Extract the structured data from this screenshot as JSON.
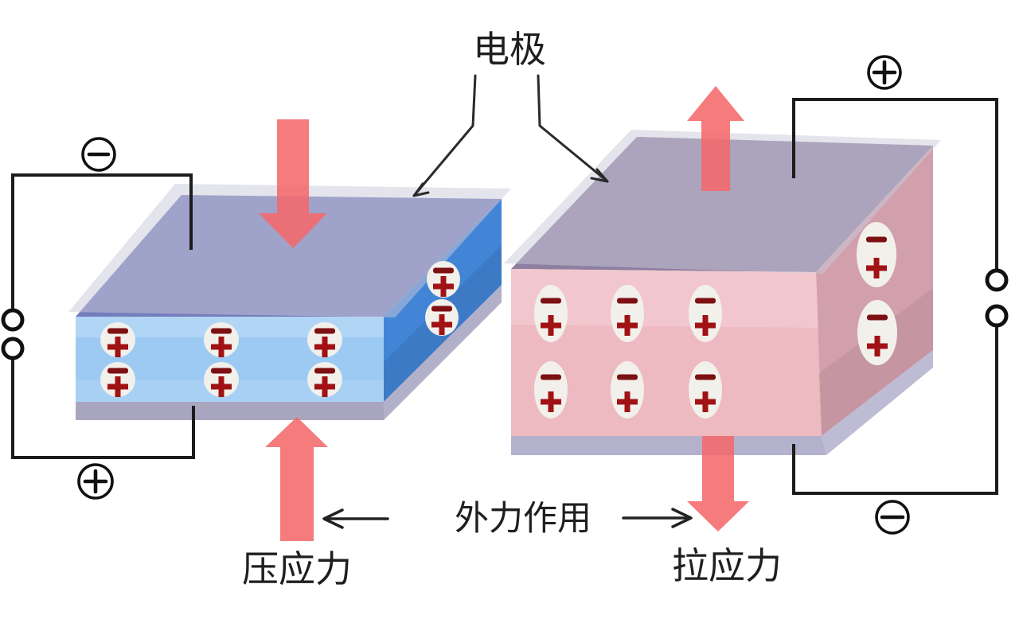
{
  "labels": {
    "electrode": "电极",
    "compressive_stress": "压应力",
    "tensile_stress": "拉应力",
    "external_force": "外力作用"
  },
  "left_circuit": {
    "top_terminal_symbol": "−",
    "bottom_terminal_symbol": "+",
    "open_terminal_count": 2
  },
  "right_circuit": {
    "top_terminal_symbol": "+",
    "bottom_terminal_symbol": "−",
    "open_terminal_count": 2
  },
  "left_block": {
    "state": "compressed",
    "front_dipole_count": 6,
    "side_dipole_count": 2,
    "dipole_upper_symbol": "−",
    "dipole_lower_symbol": "+"
  },
  "right_block": {
    "state": "stretched",
    "front_dipole_count": 6,
    "side_dipole_count": 2,
    "dipole_upper_symbol": "−",
    "dipole_lower_symbol": "+"
  },
  "colors": {
    "arrow_red": "#f4696b",
    "left_top_face": "#757dbb",
    "left_front_face": "#9ccaf3",
    "left_side_face": "#4285d6",
    "right_top_face": "#8d7f9f",
    "right_front_face": "#eebac1",
    "right_side_face": "#d2a0ac",
    "electrode_film": "#c9cada",
    "left_bottom_electrode": "#a8a6bf",
    "left_bottom_electrode_side": "#b2b0c8",
    "right_bottom_electrode": "#b3b1cb",
    "right_bottom_electrode_side": "#bebcd4",
    "dipole_fill": "#f2f0ea",
    "minus_red": "#7d1013",
    "plus_red": "#a11215",
    "wire": "#1c1c1c",
    "text": "#1f1f1f"
  }
}
